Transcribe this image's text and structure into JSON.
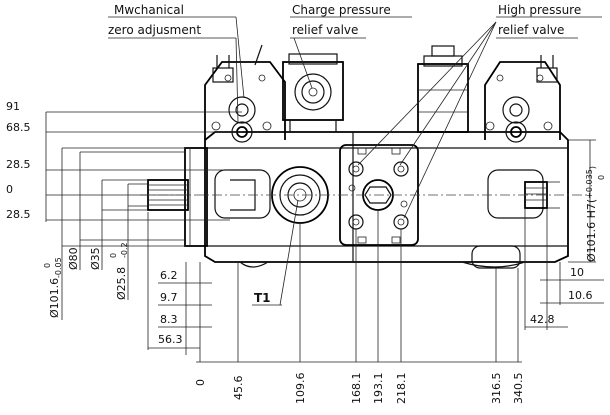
{
  "callouts": {
    "mechanical_line1": "Mwchanical",
    "mechanical_line2": "zero adjusment",
    "charge_line1": "Charge pressure",
    "charge_line2": "relief valve",
    "high_line1": "High pressure",
    "high_line2": "relief valve",
    "port_t1": "T1"
  },
  "left_dims": [
    "91",
    "68.5",
    "28.5",
    "0",
    "28.5"
  ],
  "left_diameters": {
    "d1016": "Ø101.6",
    "d1016_tol_up": "0",
    "d1016_tol_dn": "-0.05",
    "d80": "Ø80",
    "d35": "Ø35",
    "d258": "Ø25.8",
    "d258_tol_up": "0",
    "d258_tol_dn": "-0.2"
  },
  "small_dims_left": [
    "6.2",
    "9.7",
    "8.3",
    "56.3"
  ],
  "bottom_dims": [
    "0",
    "45.6",
    "109.6",
    "168.1",
    "193.1",
    "218.1",
    "316.5",
    "340.5"
  ],
  "right_dims": {
    "d10": "10",
    "d106": "10.6",
    "d428": "42.8",
    "d1016h7": "Ø101.6 H7(",
    "tol_up": "+0.035",
    "tol_dn": "0",
    "tol_close": ")"
  }
}
